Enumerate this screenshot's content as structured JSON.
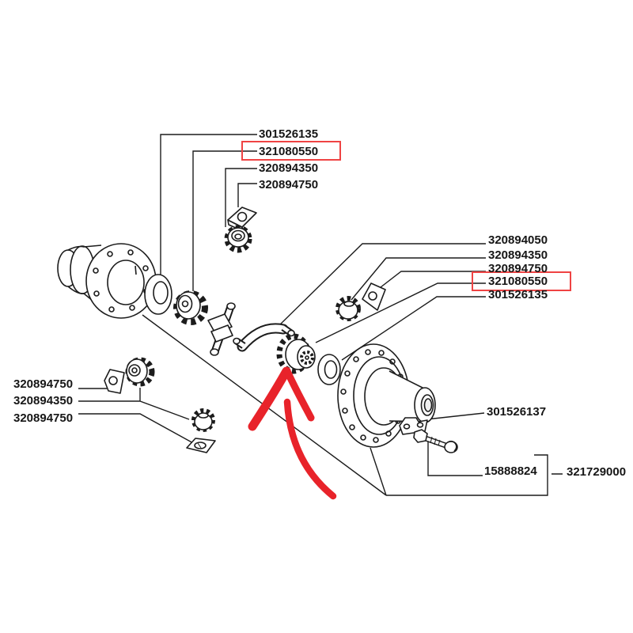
{
  "colors": {
    "background": "#ffffff",
    "line": "#1c1c1c",
    "highlight_arrow": "#e8232a",
    "highlight_box": "#ef4343"
  },
  "labels": {
    "top": [
      "301526135",
      "321080550",
      "320894350",
      "320894750"
    ],
    "right": [
      "320894050",
      "320894350",
      "320894750",
      "321080550",
      "301526135"
    ],
    "left": [
      "320894750",
      "320894350",
      "320894750"
    ],
    "lock_plate": "301526137",
    "bolt": "15888824",
    "assembly": "321729000"
  },
  "highlight": {
    "boxed_part_number": "321080550",
    "arrow_target": "locking-gear"
  }
}
